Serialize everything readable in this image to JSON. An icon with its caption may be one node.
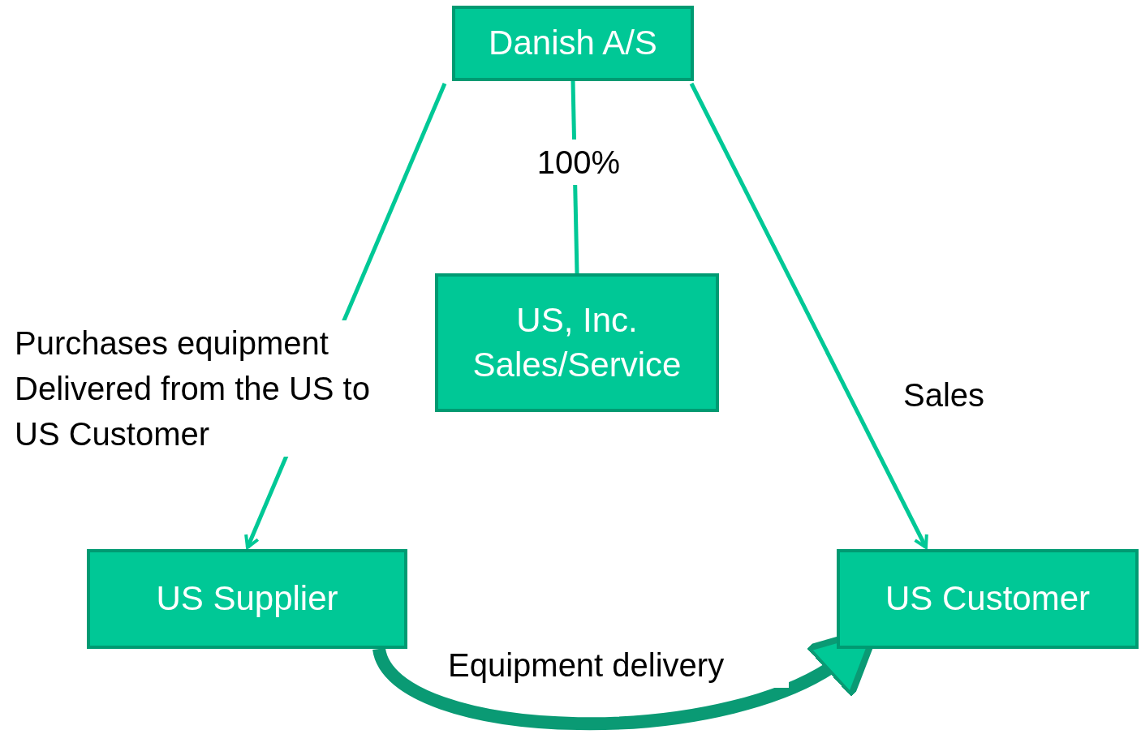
{
  "diagram": {
    "nodes": [
      {
        "text": [
          "Danish A/S"
        ]
      },
      {
        "text": [
          "US, Inc. Sales/Service"
        ]
      },
      {
        "text": [
          "US Supplier"
        ]
      },
      {
        "text": [
          "US Customer"
        ]
      }
    ],
    "edges": [
      {
        "from": 0,
        "to": 2,
        "arrow": "to",
        "label": "Purchases equipment Delivered from the US to US Customer"
      },
      {
        "from": 0,
        "to": 1,
        "arrow": "none",
        "label": "100%"
      },
      {
        "from": 0,
        "to": 3,
        "arrow": "to",
        "label": "Sales"
      },
      {
        "from": 2,
        "to": 3,
        "arrow": "to",
        "label": "Equipment delivery",
        "style": "thick",
        "color": "#0a9a74"
      }
    ]
  }
}
